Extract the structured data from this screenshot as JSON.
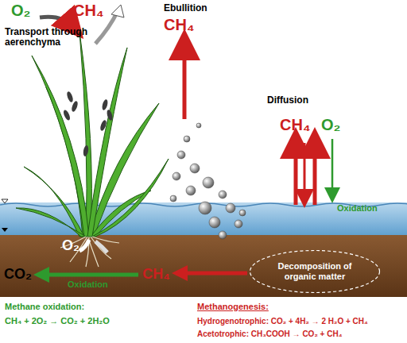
{
  "diagram": {
    "nodes": [
      {
        "text": [
          "Decomposition of organic matter"
        ]
      },
      {
        "text": [
          "CH₄"
        ]
      },
      {
        "text": [
          "CO₂"
        ]
      }
    ],
    "edges": [
      {
        "from": 0,
        "to": 1,
        "arrow": "to"
      },
      {
        "from": 1,
        "to": 2,
        "arrow": "to",
        "label": "Oxidation"
      }
    ],
    "labels": [
      "O₂",
      "CH₄",
      "Transport through aerenchyma",
      "Ebullition",
      "CH₄",
      "Diffusion",
      "CH₄",
      "O₂",
      "Oxidation",
      "O₂",
      "Methane oxidation:",
      "CH₄ + 2O₂ → CO₂ + 2H₂O",
      "Methanogenesis:",
      "Hydrogenotrophic: CO₂ + 4H₂ → 2 H₂O + CH₄",
      "Acetotrophic: CH₃COOH → CO₂ + CH₄"
    ]
  }
}
